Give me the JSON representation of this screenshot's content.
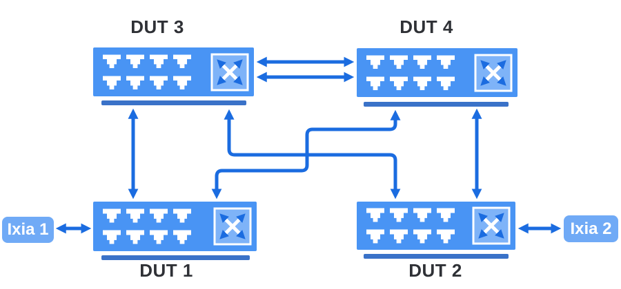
{
  "diagram": {
    "type": "network-test-topology",
    "nodes": {
      "dut3": {
        "label": "DUT 3",
        "type": "switch",
        "ports": 8
      },
      "dut4": {
        "label": "DUT 4",
        "type": "switch",
        "ports": 8
      },
      "dut1": {
        "label": "DUT 1",
        "type": "switch",
        "ports": 8
      },
      "dut2": {
        "label": "DUT 2",
        "type": "switch",
        "ports": 8
      },
      "ixia1": {
        "label": "Ixia 1",
        "type": "traffic-generator"
      },
      "ixia2": {
        "label": "Ixia 2",
        "type": "traffic-generator"
      }
    },
    "links": [
      {
        "from": "DUT 3",
        "to": "DUT 4",
        "arrows": "both",
        "route": "horizontal upper"
      },
      {
        "from": "DUT 3",
        "to": "DUT 4",
        "arrows": "both",
        "route": "horizontal lower"
      },
      {
        "from": "DUT 3",
        "to": "DUT 1",
        "arrows": "both",
        "route": "vertical left"
      },
      {
        "from": "DUT 4",
        "to": "DUT 2",
        "arrows": "both",
        "route": "vertical right"
      },
      {
        "from": "DUT 3",
        "to": "DUT 2",
        "arrows": "both",
        "route": "zigzag crossing"
      },
      {
        "from": "DUT 4",
        "to": "DUT 1",
        "arrows": "both",
        "route": "zigzag crossing"
      },
      {
        "from": "Ixia 1",
        "to": "DUT 1",
        "arrows": "both",
        "route": "horizontal left edge"
      },
      {
        "from": "Ixia 2",
        "to": "DUT 2",
        "arrows": "both",
        "route": "horizontal right edge"
      }
    ]
  },
  "nodes": {
    "dut3": {
      "label": "DUT 3",
      "ports": 8
    },
    "dut4": {
      "label": "DUT 4",
      "ports": 8
    },
    "dut1": {
      "label": "DUT 1",
      "ports": 8
    },
    "dut2": {
      "label": "DUT 2",
      "ports": 8
    },
    "ixia1": {
      "label": "Ixia 1"
    },
    "ixia2": {
      "label": "Ixia 2"
    }
  },
  "colors": {
    "canvas_bg": "#FFFFFF",
    "switch_body": "#4994F4",
    "switch_icon_fill": "#7EB3F8",
    "switch_bar": "#3A72C8",
    "arrow": "#1B6CE0",
    "ixia_box": "#70AAF6",
    "ixia_text": "#FFFFFF",
    "label_text": "#2F3136"
  }
}
